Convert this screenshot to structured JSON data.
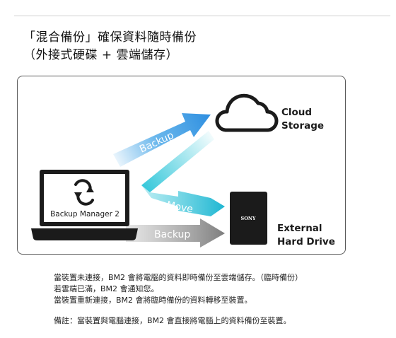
{
  "title": {
    "line1": "「混合備份」確保資料隨時備份",
    "line2": "（外接式硬碟 + 雲端儲存）"
  },
  "diagram": {
    "laptop_label": "Backup Manager 2",
    "cloud_label": [
      "Cloud",
      "Storage"
    ],
    "drive_brand": "SONY",
    "drive_label": [
      "External",
      "Hard Drive"
    ],
    "arrow_backup_cloud": "Backup",
    "arrow_move": "Move",
    "arrow_backup_drive": "Backup",
    "colors": {
      "blue_arrow": "#3aa0e6",
      "cyan_arrow": "#28c4d8",
      "gray_arrow": "#8a8a8a",
      "dark": "#1b1b1b"
    }
  },
  "notes": {
    "line1": "當裝置未連接，BM2 會將電腦的資料即時備份至雲端儲存。（臨時備份）",
    "line2": "若雲端已滿，BM2 會通知您。",
    "line3": "當裝置重新連接，BM2 會將臨時備份的資料轉移至裝置。",
    "line4": "備註：當裝置與電腦連接，BM2 會直接將電腦上的資料備份至裝置。"
  }
}
